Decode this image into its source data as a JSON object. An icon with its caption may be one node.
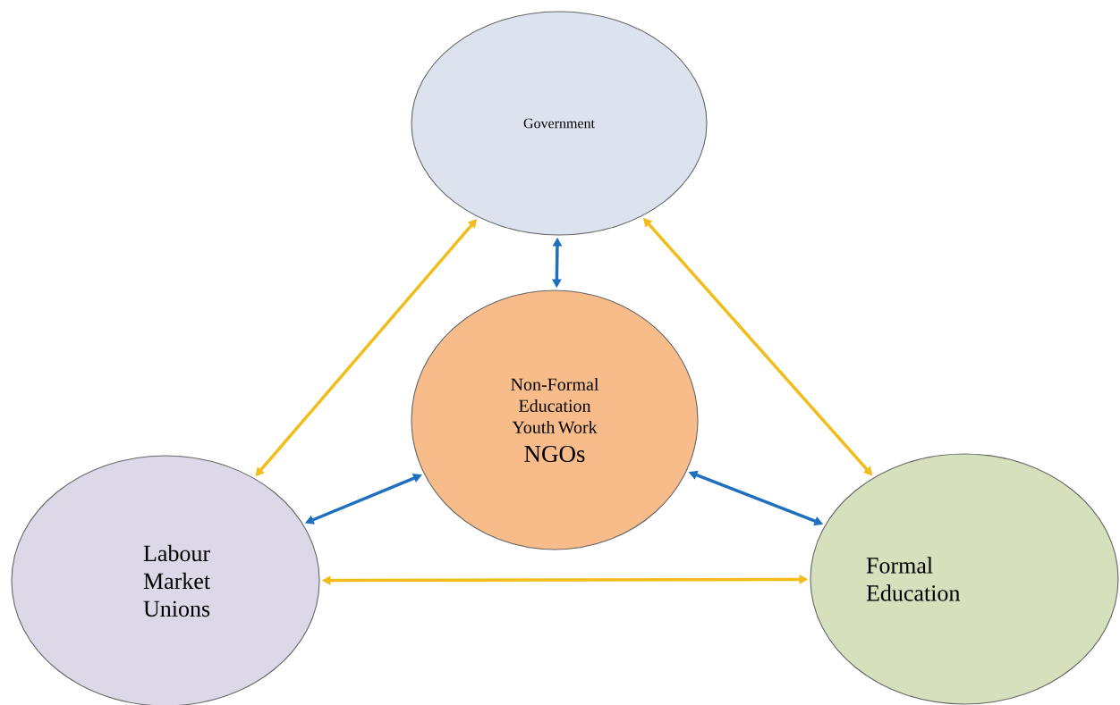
{
  "diagram": {
    "nodes": [
      {
        "text": [
          "Government"
        ]
      },
      {
        "text": [
          "Non-Formal Education Youth Work",
          "NGOs"
        ]
      },
      {
        "text": [
          "Labour Market Unions"
        ]
      },
      {
        "text": [
          "Formal Education"
        ]
      }
    ],
    "edges": [
      {
        "from": 0,
        "to": 1,
        "arrow": "both",
        "color": "#1f6fbf"
      },
      {
        "from": 1,
        "to": 2,
        "arrow": "both",
        "color": "#1f6fbf"
      },
      {
        "from": 1,
        "to": 3,
        "arrow": "both",
        "color": "#1f6fbf"
      },
      {
        "from": 0,
        "to": 2,
        "arrow": "both",
        "color": "#f2bc1a"
      },
      {
        "from": 0,
        "to": 3,
        "arrow": "both",
        "color": "#f2bc1a"
      },
      {
        "from": 2,
        "to": 3,
        "arrow": "both",
        "color": "#f2bc1a"
      }
    ]
  }
}
